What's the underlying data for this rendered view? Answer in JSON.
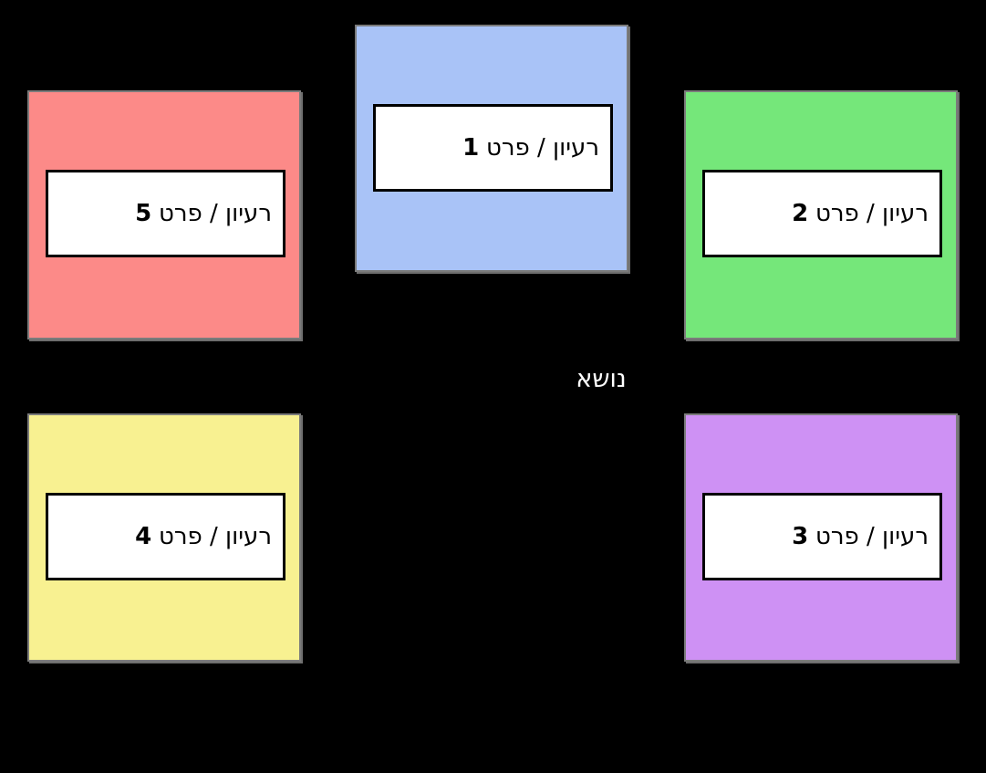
{
  "canvas": {
    "background": "#000000",
    "cell_border_color": "#7b7b7b",
    "label_background": "#ffffff",
    "label_border_color": "#000000"
  },
  "center_label": {
    "text": "נושא",
    "color": "#ffffff"
  },
  "cells": [
    {
      "id": "idea-1",
      "position": "top-center",
      "color": "#a9c3f7",
      "text": "רעיון / פרט",
      "number": "1"
    },
    {
      "id": "idea-2",
      "position": "middle-right",
      "color": "#75e77a",
      "text": "רעיון / פרט",
      "number": "2"
    },
    {
      "id": "idea-3",
      "position": "bottom-right",
      "color": "#ce91f4",
      "text": "רעיון / פרט",
      "number": "3"
    },
    {
      "id": "idea-4",
      "position": "bottom-left",
      "color": "#f8f191",
      "text": "רעיון / פרט",
      "number": "4"
    },
    {
      "id": "idea-5",
      "position": "middle-left",
      "color": "#fc8a88",
      "text": "רעיון / פרט",
      "number": "5"
    }
  ]
}
